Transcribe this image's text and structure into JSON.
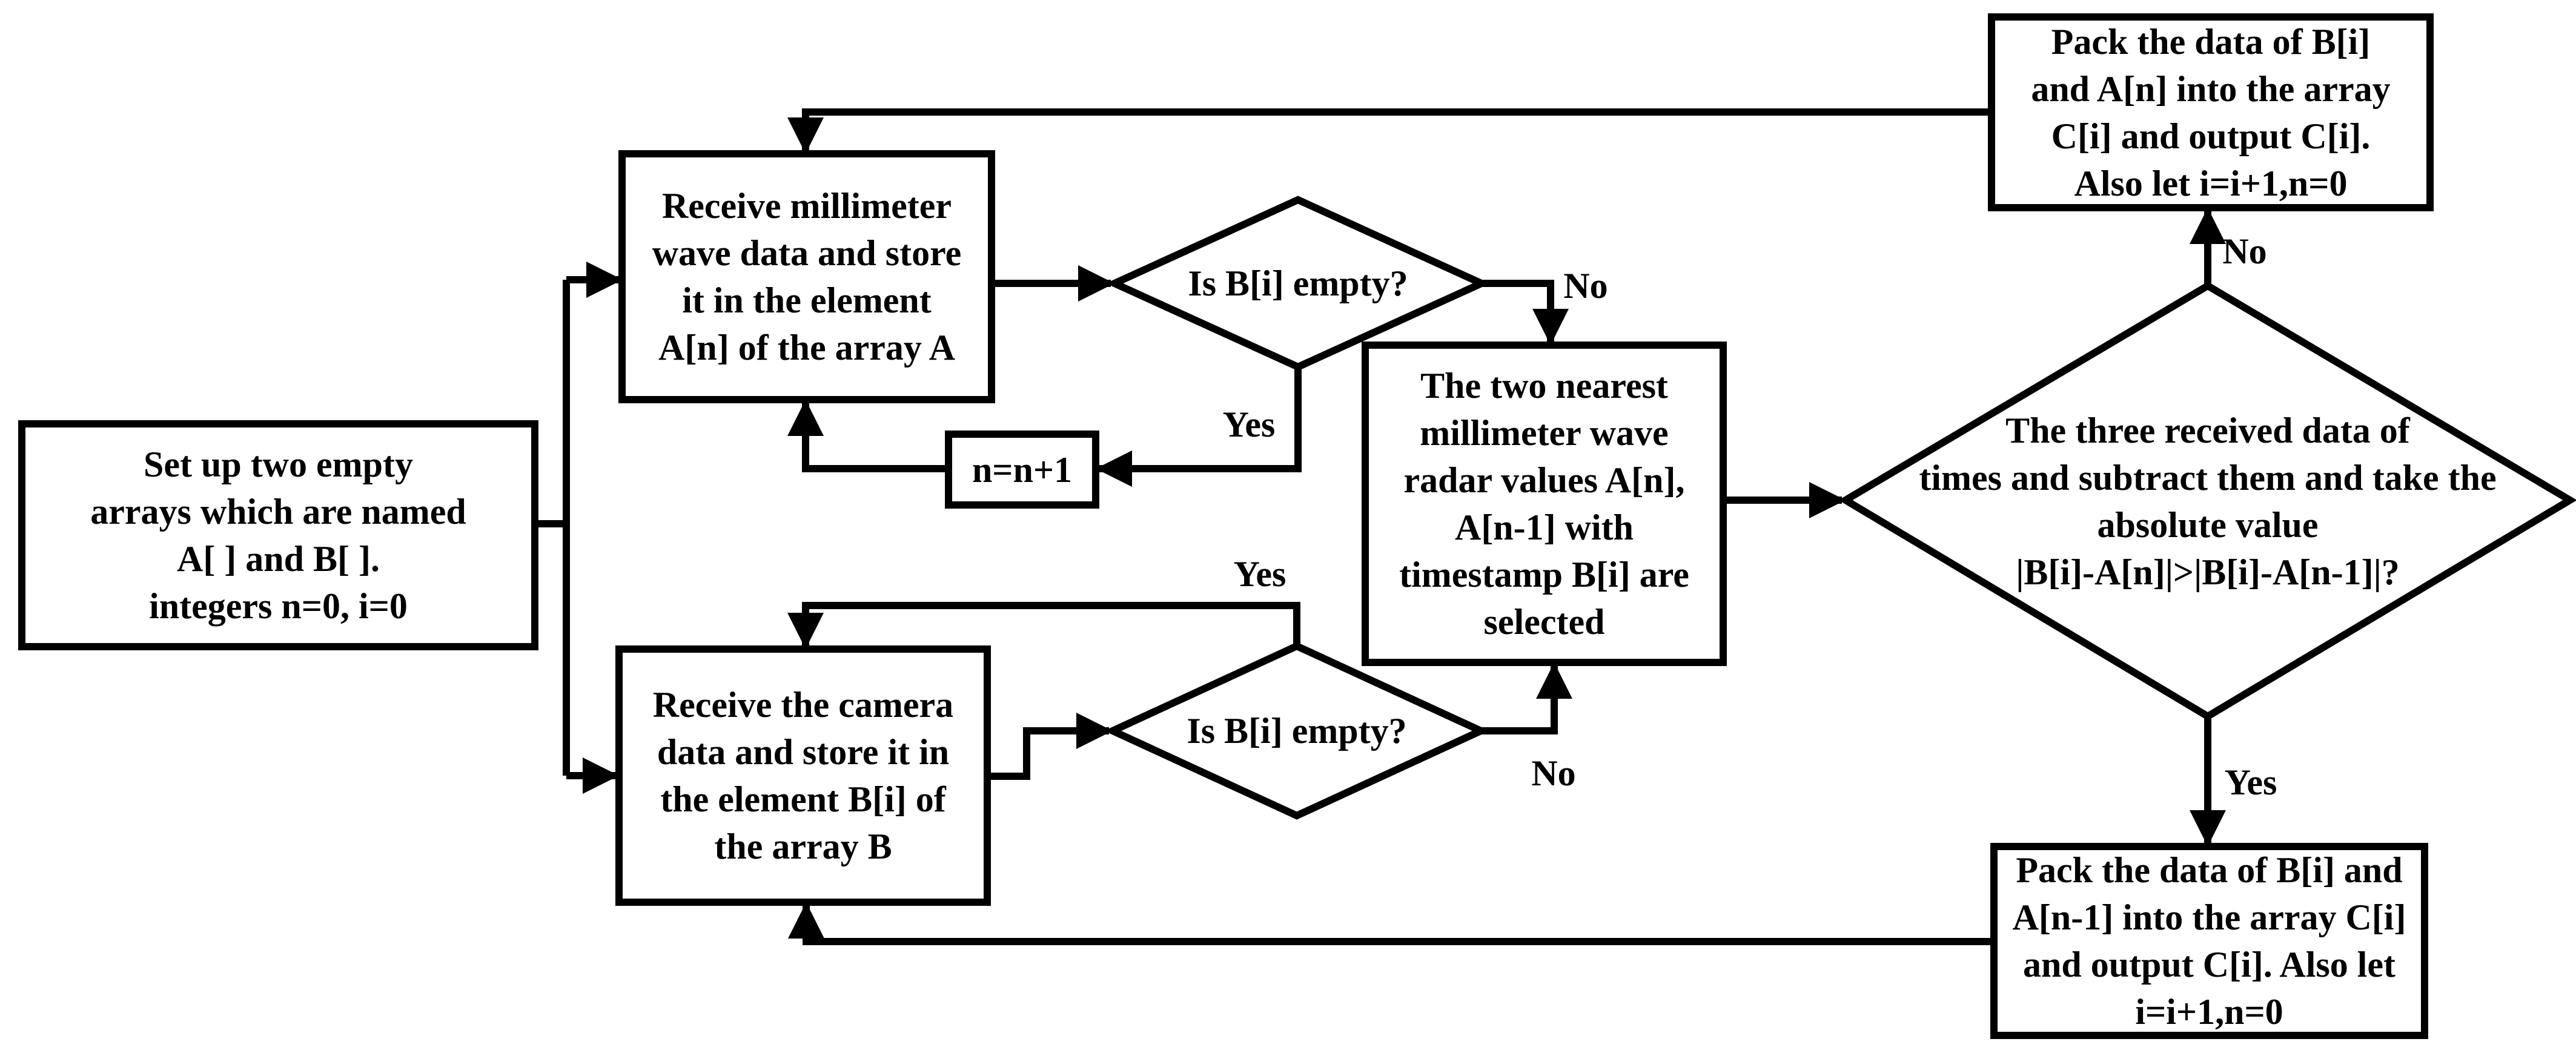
{
  "diagram": {
    "title": "Millimeter wave radar and camera data association flowchart",
    "colors": {
      "background": "#ffffff",
      "stroke": "#000000",
      "text": "#000000"
    },
    "nodes": {
      "start": {
        "type": "process",
        "label": "Set up two empty\narrays which are named\nA[ ] and B[ ].\nintegers n=0, i=0"
      },
      "receive_radar": {
        "type": "process",
        "label": "Receive millimeter\nwave data and store\nit in the element\nA[n] of the array A"
      },
      "is_b_empty_top": {
        "type": "decision",
        "label": "Is B[i] empty?"
      },
      "increment_n": {
        "type": "process",
        "label": "n=n+1"
      },
      "receive_camera": {
        "type": "process",
        "label": "Receive the camera\ndata and store it in\nthe element B[i] of\nthe array B"
      },
      "is_b_empty_bottom": {
        "type": "decision",
        "label": "Is B[i] empty?"
      },
      "select_nearest": {
        "type": "process",
        "label": "The two nearest\nmillimeter wave\nradar values A[n],\nA[n-1] with\ntimestamp B[i] are\nselected"
      },
      "compare": {
        "type": "decision",
        "label": "The three received data of\ntimes and subtract them and take the\nabsolute value\n|B[i]-A[n]|>|B[i]-A[n-1]|?"
      },
      "pack_an": {
        "type": "process",
        "label": "Pack the data of B[i]\nand A[n] into the array\nC[i] and output C[i].\nAlso let i=i+1,n=0"
      },
      "pack_an_minus_1": {
        "type": "process",
        "label": "Pack the data of B[i] and\nA[n-1] into the array C[i]\nand output C[i]. Also let\ni=i+1,n=0"
      }
    },
    "edge_labels": {
      "no_top": "No",
      "yes_top": "Yes",
      "yes_mid": "Yes",
      "no_mid": "No",
      "no_right": "No",
      "yes_right": "Yes"
    }
  }
}
